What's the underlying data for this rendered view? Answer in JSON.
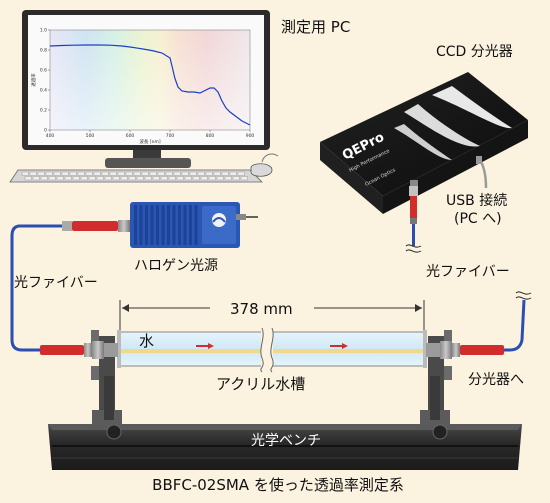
{
  "labels": {
    "pc": "測定用 PC",
    "spectrometer": "CCD 分光器",
    "usb_line1": "USB 接続",
    "usb_line2": "(PC へ)",
    "halogen": "ハロゲン光源",
    "fiber_left": "光ファイバー",
    "fiber_right": "光ファイバー",
    "to_spectrometer": "分光器へ",
    "length": "378 mm",
    "water": "水",
    "tank": "アクリル水槽",
    "bench": "光学ベンチ",
    "caption": "BBFC-02SMA を使った透過率測定系"
  },
  "spectrometer_brand": {
    "model": "QEPro",
    "subtitle": "High Performance",
    "maker": "Ocean Optics"
  },
  "screen_chart": {
    "chart_data": {
      "type": "line",
      "x": [
        400,
        430,
        460,
        490,
        520,
        550,
        580,
        600,
        620,
        640,
        660,
        680,
        700,
        705,
        712,
        720,
        730,
        745,
        760,
        775,
        790,
        800,
        810,
        820,
        830,
        840,
        850,
        860,
        870,
        880,
        890,
        900
      ],
      "y": [
        0.84,
        0.845,
        0.848,
        0.85,
        0.85,
        0.848,
        0.84,
        0.83,
        0.818,
        0.805,
        0.79,
        0.77,
        0.72,
        0.64,
        0.52,
        0.43,
        0.39,
        0.38,
        0.38,
        0.37,
        0.4,
        0.42,
        0.42,
        0.38,
        0.29,
        0.22,
        0.18,
        0.15,
        0.12,
        0.09,
        0.07,
        0.05
      ],
      "xlim": [
        400,
        900
      ],
      "ylim": [
        0,
        1.0
      ],
      "xticks": [
        "400",
        "500",
        "600",
        "700",
        "800",
        "900"
      ],
      "yticks": [
        "0",
        "0.2",
        "0.4",
        "0.6",
        "0.8",
        "1.0"
      ],
      "xlabel": "波長 [nm]",
      "ylabel": "透過率",
      "line_color": "#1a3fc4"
    }
  }
}
